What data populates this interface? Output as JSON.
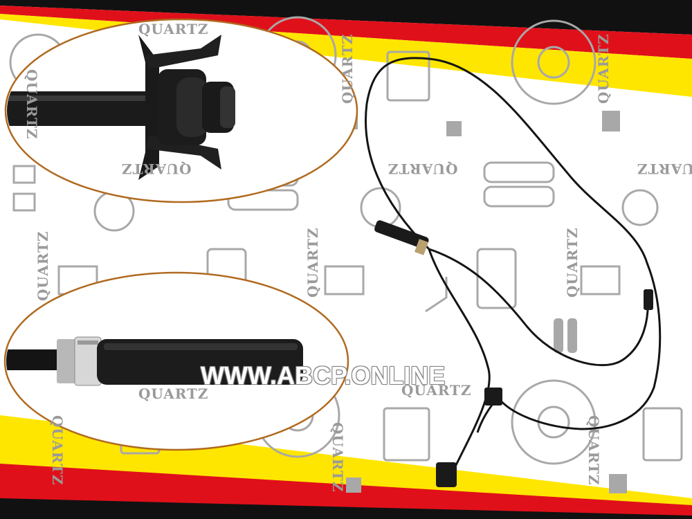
{
  "brand": {
    "watermark_text": "QUARTZ",
    "website": "WWW.ABCP.ONLINE"
  },
  "product": {
    "name": "brake-pad-wear-sensor",
    "zoom_insets": [
      "connector-clip-closeup",
      "sensor-head-closeup"
    ]
  },
  "colors": {
    "stripe_red": "#e0101a",
    "stripe_yellow": "#ffe600",
    "stripe_black": "#111111",
    "inset_border": "#b06a20",
    "cable": "#141414",
    "icon_gray": "#a8a8a8"
  }
}
